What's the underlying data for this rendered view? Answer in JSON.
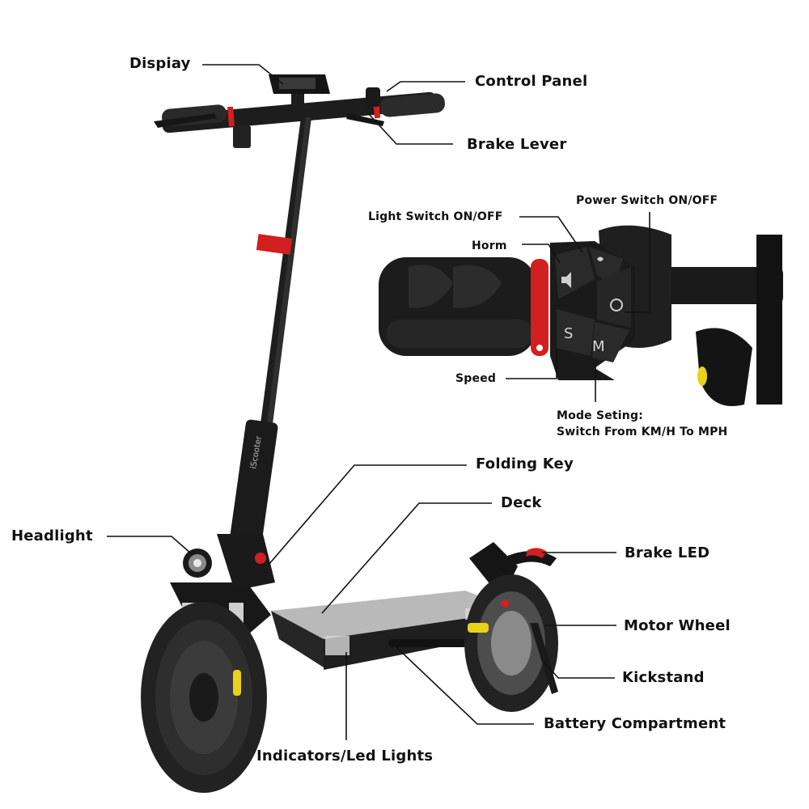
{
  "callouts": {
    "display": "Dispiay",
    "control_panel": "Control Panel",
    "brake_lever": "Brake Lever",
    "light_switch": "Light Switch ON/OFF",
    "power_switch": "Power Switch ON/OFF",
    "horn": "Horm",
    "speed": "Speed",
    "mode_setting": "Mode Seting:\nSwitch From KM/H To MPH",
    "folding_key": "Folding Key",
    "deck": "Deck",
    "headlight": "Headlight",
    "brake_led": "Brake LED",
    "motor_wheel": "Motor Wheel",
    "kickstand": "Kickstand",
    "battery_compartment": "Battery Compartment",
    "indicators": "Indicators/Led Lights"
  },
  "control_buttons": {
    "speed_letter": "S",
    "mode_letter": "M"
  },
  "stem_brand": "iScooter",
  "colors": {
    "accent_red": "#d21f1f",
    "indicator_yellow": "#e8d21a",
    "body_black": "#1b1b1b"
  }
}
